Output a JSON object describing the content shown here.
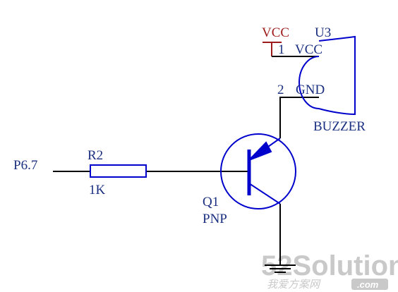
{
  "colors": {
    "wire": "#000000",
    "component": "#0000cc",
    "label": "#1a2f80",
    "power_label": "#9e1b1b",
    "watermark": "#c9c9c9"
  },
  "labels": {
    "vcc_net": "VCC",
    "buzzer_ref": "U3",
    "pin1_number": "1",
    "pin1_name": "VCC",
    "pin2_number": "2",
    "pin2_name": "GND",
    "buzzer_value": "BUZZER",
    "input_net": "P6.7",
    "resistor_ref": "R2",
    "resistor_value": "1K",
    "transistor_ref": "Q1",
    "transistor_type": "PNP"
  },
  "watermark": {
    "logo": "52Solution",
    "subtitle": "我爱方案网",
    "suffix": ".com"
  }
}
